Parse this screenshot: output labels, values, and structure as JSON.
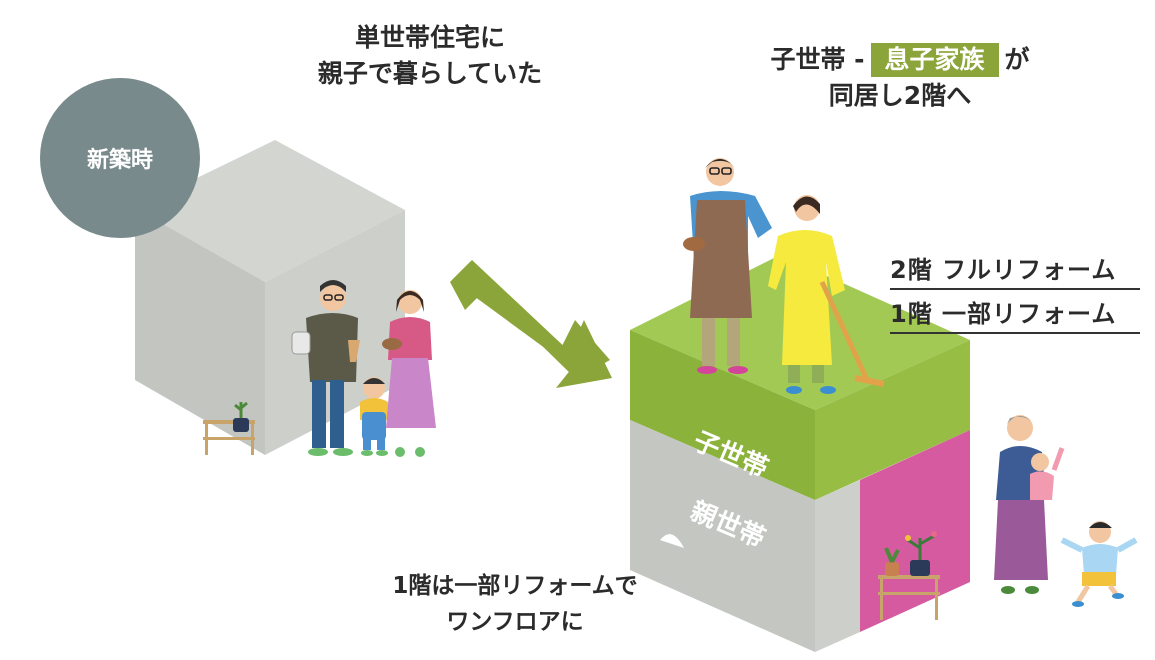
{
  "captions": {
    "before_line1": "単世帯住宅に",
    "before_line2": "親子で暮らしていた",
    "after_line1_prefix": "子世帯 -",
    "after_line1_highlight": "息子家族",
    "after_line1_suffix": "が",
    "after_line2": "同居し2階へ",
    "bottom_line1": "1階は一部リフォームで",
    "bottom_line2": "ワンフロアに"
  },
  "badge": {
    "label": "新築時"
  },
  "reform": {
    "floor2": "2階 フルリフォーム",
    "floor1": "1階 一部リフォーム"
  },
  "blocks": {
    "child_household": "子世帯",
    "parent_household": "親世帯"
  },
  "colors": {
    "badge": "#798a8c",
    "arrow": "#8ca53b",
    "green_top": "#9cc24a",
    "green_side": "#8bb23b",
    "gray_side": "#c9cbc7",
    "gray_front": "#bfc1bd",
    "magenta": "#d65aa0",
    "highlight": "#8ca53b"
  }
}
